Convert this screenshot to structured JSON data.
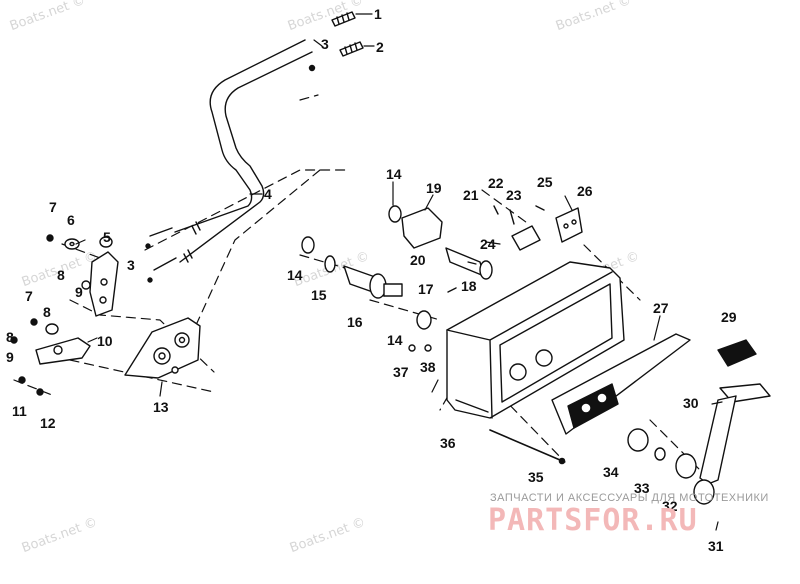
{
  "callouts": [
    "1",
    "2",
    "3",
    "3",
    "4",
    "5",
    "6",
    "7",
    "7",
    "8",
    "8",
    "8",
    "9",
    "9",
    "10",
    "11",
    "12",
    "13",
    "14",
    "14",
    "14",
    "15",
    "16",
    "17",
    "18",
    "19",
    "20",
    "21",
    "22",
    "23",
    "24",
    "25",
    "26",
    "27",
    "29",
    "30",
    "31",
    "32",
    "33",
    "34",
    "35",
    "36",
    "37",
    "38"
  ],
  "watermarks": [
    "Boats.net ©",
    "Boats.net ©",
    "Boats.net ©",
    "Boats.net ©",
    "Boats.net ©",
    "Boats.net ©",
    "Boats.net ©",
    "Boats.net ©"
  ],
  "brand": {
    "tagline": "ЗАПЧАСТИ И АКСЕССУАРЫ ДЛЯ МОТОТЕХНИКИ",
    "logo": "PARTSFOR.RU"
  }
}
